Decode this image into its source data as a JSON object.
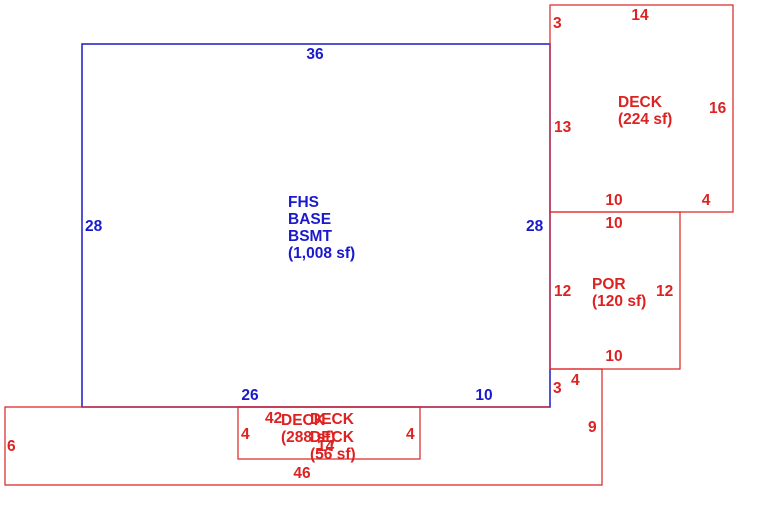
{
  "colors": {
    "house": "#1a1acc",
    "deck": "#dd2222",
    "background": "#ffffff"
  },
  "house": {
    "dim_top": "36",
    "dim_left": "28",
    "dim_right": "28",
    "dim_bottom_left": "26",
    "dim_bottom_right": "10",
    "label": [
      "FHS",
      "BASE",
      "BSMT",
      "(1,008 sf)"
    ]
  },
  "deck_upper": {
    "dim_top_small": "3",
    "dim_top": "14",
    "dim_left": "13",
    "dim_right": "16",
    "dim_bottom_left": "10",
    "dim_bottom_right": "4",
    "label": [
      "DECK",
      "(224 sf)"
    ]
  },
  "porch": {
    "dim_top": "10",
    "dim_left": "12",
    "dim_right": "12",
    "dim_bottom": "10",
    "label": [
      "POR",
      "(120 sf)"
    ]
  },
  "deck_lower": {
    "dim_top_small": "4",
    "dim_corner": "3",
    "dim_left": "6",
    "dim_right": "9",
    "dim_bottom": "46",
    "label_a": [
      "DECK",
      "(288 sf)"
    ],
    "label_b_top": "42"
  },
  "deck_small": {
    "dim_left": "4",
    "dim_right": "4",
    "dim_bottom": "14",
    "label": [
      "DECK",
      "DECK",
      "(56 sf)"
    ]
  }
}
